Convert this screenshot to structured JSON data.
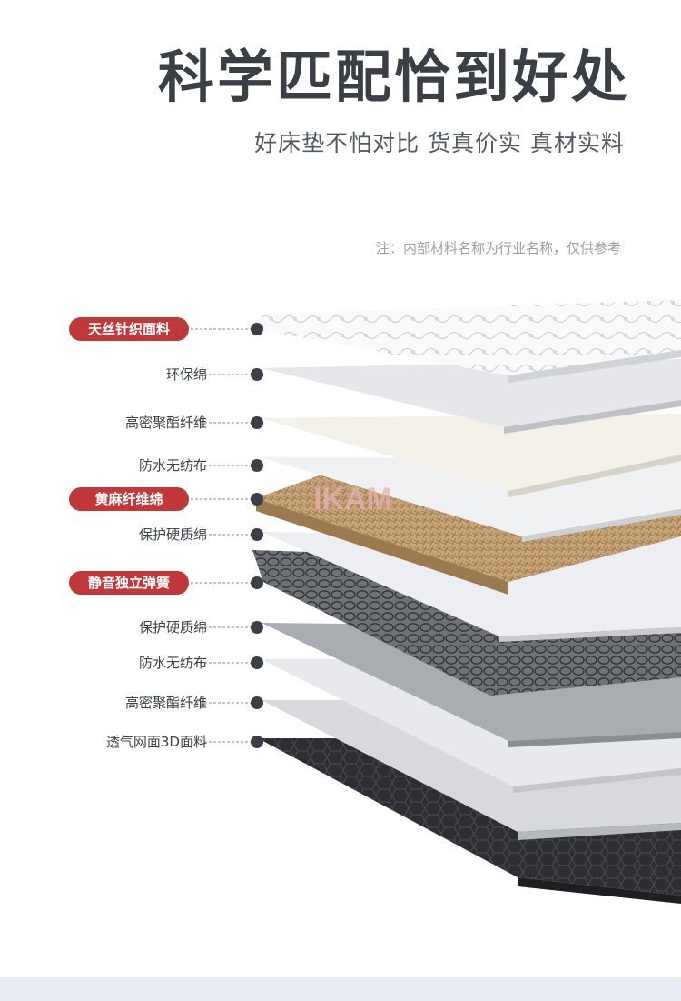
{
  "title": "科学匹配恰到好处",
  "subtitle": "好床垫不怕对比 货真价实 真材实料",
  "note": "注：内部材料名称为行业名称，仅供参考",
  "watermark": "IKAM",
  "accent_color": "#c1383b",
  "layers": [
    {
      "label": "天丝针织面料",
      "highlight": true
    },
    {
      "label": "环保绵",
      "highlight": false
    },
    {
      "label": "高密聚酯纤维",
      "highlight": false
    },
    {
      "label": "防水无纺布",
      "highlight": false
    },
    {
      "label": "黄麻纤维绵",
      "highlight": true
    },
    {
      "label": "保护硬质绵",
      "highlight": false
    },
    {
      "label": "静音独立弹簧",
      "highlight": true
    },
    {
      "label": "保护硬质绵",
      "highlight": false
    },
    {
      "label": "防水无纺布",
      "highlight": false
    },
    {
      "label": "高密聚酯纤维",
      "highlight": false
    },
    {
      "label": "透气网面3D面料",
      "highlight": false
    }
  ]
}
